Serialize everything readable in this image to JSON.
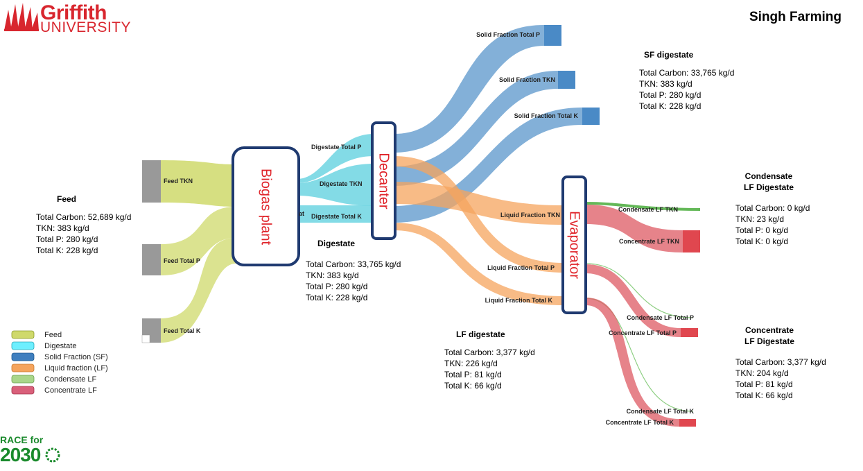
{
  "header": {
    "logo_line1": "Griffith",
    "logo_line2": "UNIVERSITY",
    "title": "Singh Farming",
    "footer_logo_line1": "RACE for",
    "footer_logo_line2": "2030"
  },
  "colors": {
    "feed": "#cfd96b",
    "digestate": "#6dd5e2",
    "solid_fraction": "#4f8fc8",
    "liquid_fraction": "#f5a45d",
    "condensate": "#64b858",
    "concentrate": "#dd5a63",
    "process_box_border": "#1f3a70",
    "process_text": "#e0252b"
  },
  "processes": {
    "biogas": "Biogas plant",
    "decanter": "Decanter",
    "evaporator": "Evaporator"
  },
  "nodes": {
    "feed_tkn": "Feed TKN",
    "feed_total_p": "Feed Total P",
    "feed_total_k": "Feed Total K",
    "digestate_total_p": "Digestate Total P",
    "digestate_tkn": "Digestate TKN",
    "digestate_total_k": "Digestate Total K",
    "digestate_total_k_fragment": "at",
    "solid_fraction_total_p": "Solid Fraction Total P",
    "solid_fraction_tkn": "Solid Fraction TKN",
    "solid_fraction_total_k": "Solid Fraction Total K",
    "liquid_fraction_tkn": "Liquid Fraction TKN",
    "liquid_fraction_total_p": "Liquid Fraction Total P",
    "liquid_fraction_total_k": "Liquid Fraction Total K",
    "condensate_lf_tkn": "Condensate LF TKN",
    "concentrate_lf_tkn": "Concentrate LF TKN",
    "condensate_lf_total_p": "Condensate LF Total P",
    "concentrate_lf_total_p": "Concentrate LF Total P",
    "condensate_lf_total_k": "Condensate LF Total K",
    "concentrate_lf_total_k": "Concentrate LF Total K"
  },
  "info": {
    "feed": {
      "title": "Feed",
      "carbon": "Total Carbon: 52,689 kg/d",
      "tkn": "TKN:  383 kg/d",
      "p": "Total P:  280 kg/d",
      "k": "Total K:  228 kg/d"
    },
    "digestate": {
      "title": "Digestate",
      "carbon": "Total Carbon: 33,765 kg/d",
      "tkn": "TKN:  383 kg/d",
      "p": "Total P:  280 kg/d",
      "k": "Total K:  228 kg/d"
    },
    "sf": {
      "title": "SF digestate",
      "carbon": "Total Carbon: 33,765 kg/d",
      "tkn": "TKN:  383 kg/d",
      "p": "Total P:  280 kg/d",
      "k": "Total K:  228 kg/d"
    },
    "lf": {
      "title": "LF digestate",
      "carbon": "Total Carbon: 3,377 kg/d",
      "tkn": "TKN:  226 kg/d",
      "p": "Total P:  81 kg/d",
      "k": "Total K:  66 kg/d"
    },
    "condensate": {
      "title1": "Condensate",
      "title2": "LF Digestate",
      "carbon": "Total Carbon: 0 kg/d",
      "tkn": "TKN:  23 kg/d",
      "p": "Total P:  0 kg/d",
      "k": "Total K:  0 kg/d"
    },
    "concentrate": {
      "title1": "Concentrate",
      "title2": "LF Digestate",
      "carbon": "Total Carbon: 3,377 kg/d",
      "tkn": "TKN:  204 kg/d",
      "p": "Total P:  81 kg/d",
      "k": "Total K:  66 kg/d"
    }
  },
  "legend": [
    {
      "label": "Feed",
      "color": "#cfd96b"
    },
    {
      "label": "Digestate",
      "color": "#6dd5e2"
    },
    {
      "label": "Solid Fraction (SF)",
      "color": "#3f7fbf"
    },
    {
      "label": "Liquid fraction (LF)",
      "color": "#f5a45d"
    },
    {
      "label": "Condensate LF",
      "color": "#a9d68a"
    },
    {
      "label": "Concentrate LF",
      "color": "#d9607a"
    }
  ]
}
